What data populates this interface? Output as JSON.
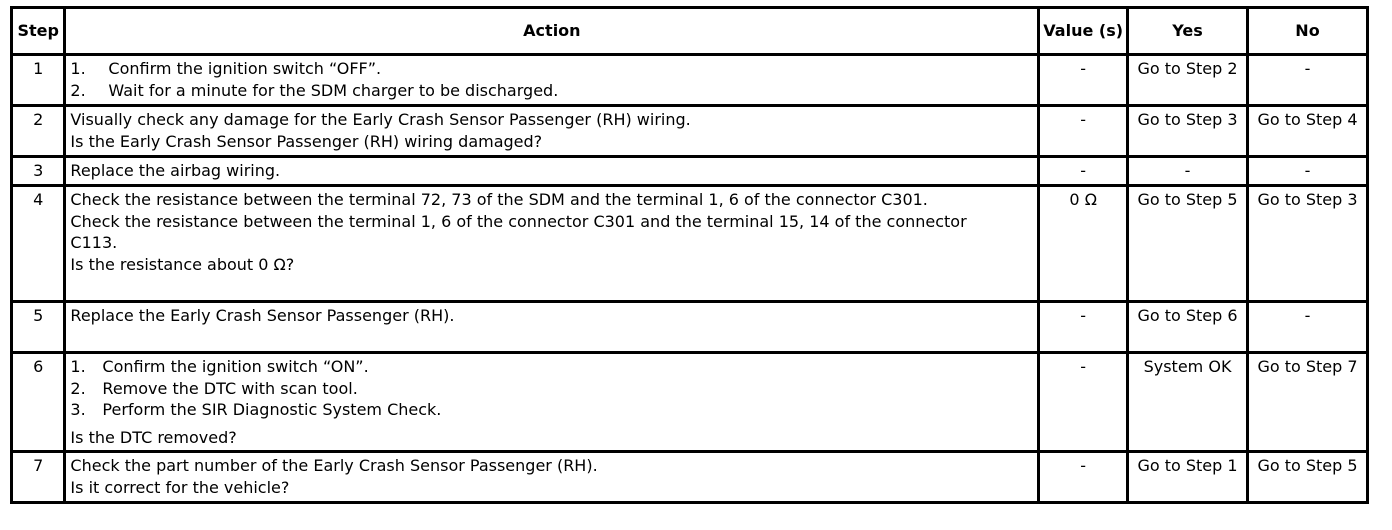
{
  "headers": {
    "step": "Step",
    "action": "Action",
    "value": "Value (s)",
    "yes": "Yes",
    "no": "No"
  },
  "rows": [
    {
      "step": "1",
      "action_items": [
        {
          "num": "1.",
          "text": "Confirm the ignition switch “OFF”."
        },
        {
          "num": "2.",
          "text": "Wait for a minute for the SDM charger to be discharged."
        }
      ],
      "value": "-",
      "yes": "Go to Step 2",
      "no": "-"
    },
    {
      "step": "2",
      "action_lines": [
        "Visually check any damage for the Early Crash Sensor Passenger (RH) wiring.",
        "Is the Early Crash Sensor Passenger (RH) wiring damaged?"
      ],
      "value": "-",
      "yes": "Go to Step 3",
      "no": "Go to Step 4"
    },
    {
      "step": "3",
      "action_lines": [
        "Replace the airbag wiring."
      ],
      "value": "-",
      "yes": "-",
      "no": "-"
    },
    {
      "step": "4",
      "action_lines": [
        "Check the resistance between the terminal 72, 73 of the SDM and the terminal 1, 6 of the connector C301.",
        "Check the resistance between the terminal 1, 6 of the connector C301 and the terminal 15, 14 of the connector C113.",
        "Is the resistance about 0 Ω?"
      ],
      "value": "0 Ω",
      "yes": "Go to Step 5",
      "no": "Go to Step 3"
    },
    {
      "step": "5",
      "action_lines": [
        "Replace the Early Crash Sensor Passenger (RH)."
      ],
      "value": "-",
      "yes": "Go to Step 6",
      "no": "-"
    },
    {
      "step": "6",
      "action_items": [
        {
          "num": "1.",
          "text": "Confirm the ignition switch “ON”."
        },
        {
          "num": "2.",
          "text": "Remove the DTC with scan tool."
        },
        {
          "num": "3.",
          "text": "Perform the SIR Diagnostic System Check."
        }
      ],
      "action_question": "Is the DTC removed?",
      "value": "-",
      "yes": "System OK",
      "no": "Go to Step 7"
    },
    {
      "step": "7",
      "action_lines": [
        "Check the part number of the Early Crash Sensor Passenger (RH).",
        "Is it correct for the vehicle?"
      ],
      "value": "-",
      "yes": "Go to Step 1",
      "no": "Go to Step 5"
    }
  ]
}
